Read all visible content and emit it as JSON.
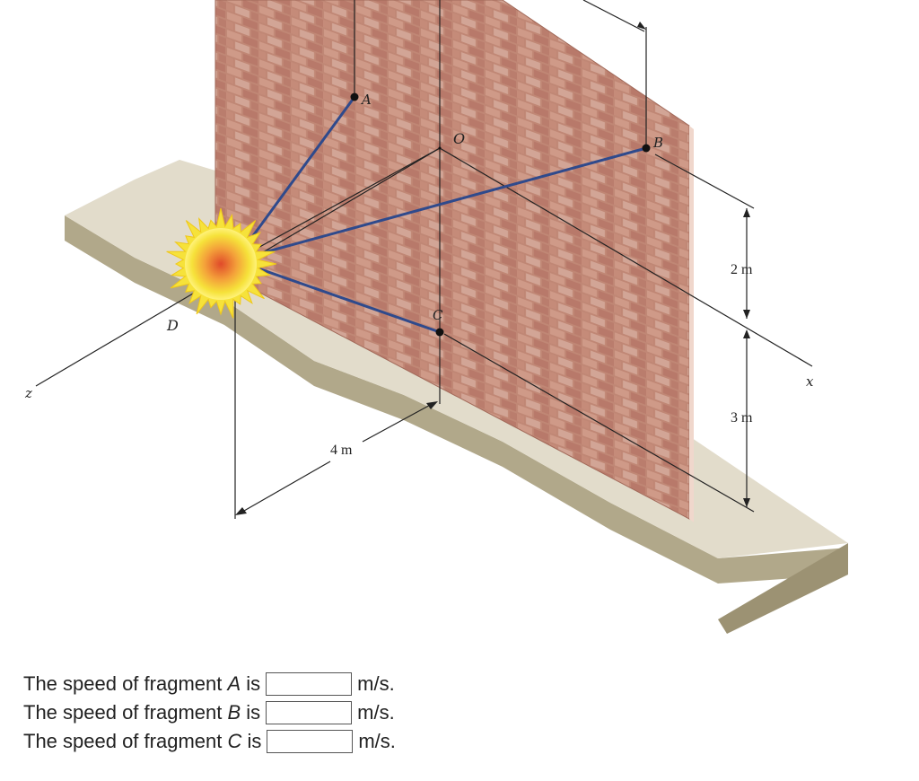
{
  "figure": {
    "labels": {
      "A": "A",
      "B": "B",
      "C": "C",
      "D": "D",
      "O": "O",
      "x": "x",
      "z": "z"
    },
    "dimensions": {
      "dim_4m": "4 m",
      "dim_2m": "2 m",
      "dim_3m": "3 m"
    },
    "colors": {
      "brick": "#c08775",
      "mortar": "#b7a9a4",
      "ground_top": "#e2dccb",
      "ground_side": "#b1a88a",
      "rod": "#2f4a8c",
      "explosion_outer": "#f6e23a",
      "explosion_inner": "#e04a2a"
    }
  },
  "questions": [
    {
      "prefix": "The speed of fragment ",
      "var": "A",
      "suffix": " is",
      "value": "",
      "unit": "m/s."
    },
    {
      "prefix": "The speed of fragment ",
      "var": "B",
      "suffix": " is",
      "value": "",
      "unit": "m/s."
    },
    {
      "prefix": "The speed of fragment ",
      "var": "C",
      "suffix": " is",
      "value": "",
      "unit": "m/s."
    }
  ]
}
